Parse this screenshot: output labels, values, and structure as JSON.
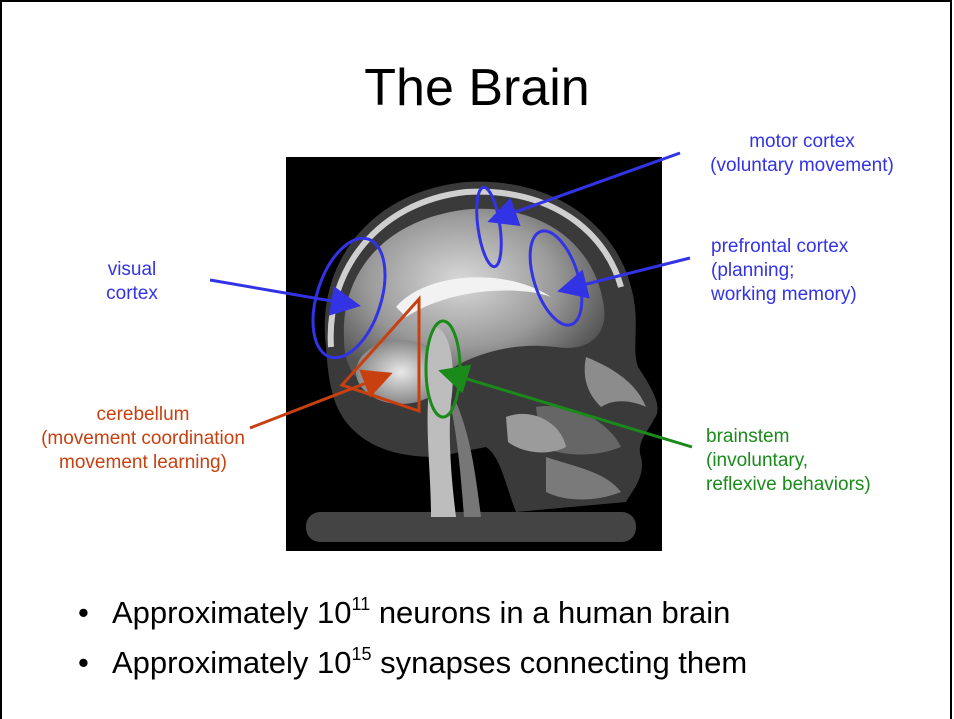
{
  "title": "The Brain",
  "labels": {
    "motor_line1": "motor cortex",
    "motor_line2": "(voluntary movement)",
    "prefrontal_line1": "prefrontal cortex",
    "prefrontal_line2": "(planning;",
    "prefrontal_line3": "working memory)",
    "visual_line1": "visual",
    "visual_line2": "cortex",
    "cerebellum_line1": "cerebellum",
    "cerebellum_line2": "(movement coordination",
    "cerebellum_line3": "movement learning)",
    "brainstem_line1": "brainstem",
    "brainstem_line2": "(involuntary,",
    "brainstem_line3": "reflexive behaviors)"
  },
  "bullets": [
    {
      "pre": "Approximately 10",
      "exp": "11",
      "post": " neurons in a human brain"
    },
    {
      "pre": "Approximately 10",
      "exp": "15",
      "post": " synapses connecting them"
    }
  ],
  "colors": {
    "blue": "#3333e6",
    "red": "#c8400f",
    "green": "#1a8a1a"
  },
  "image": "sagittal MRI of human head"
}
